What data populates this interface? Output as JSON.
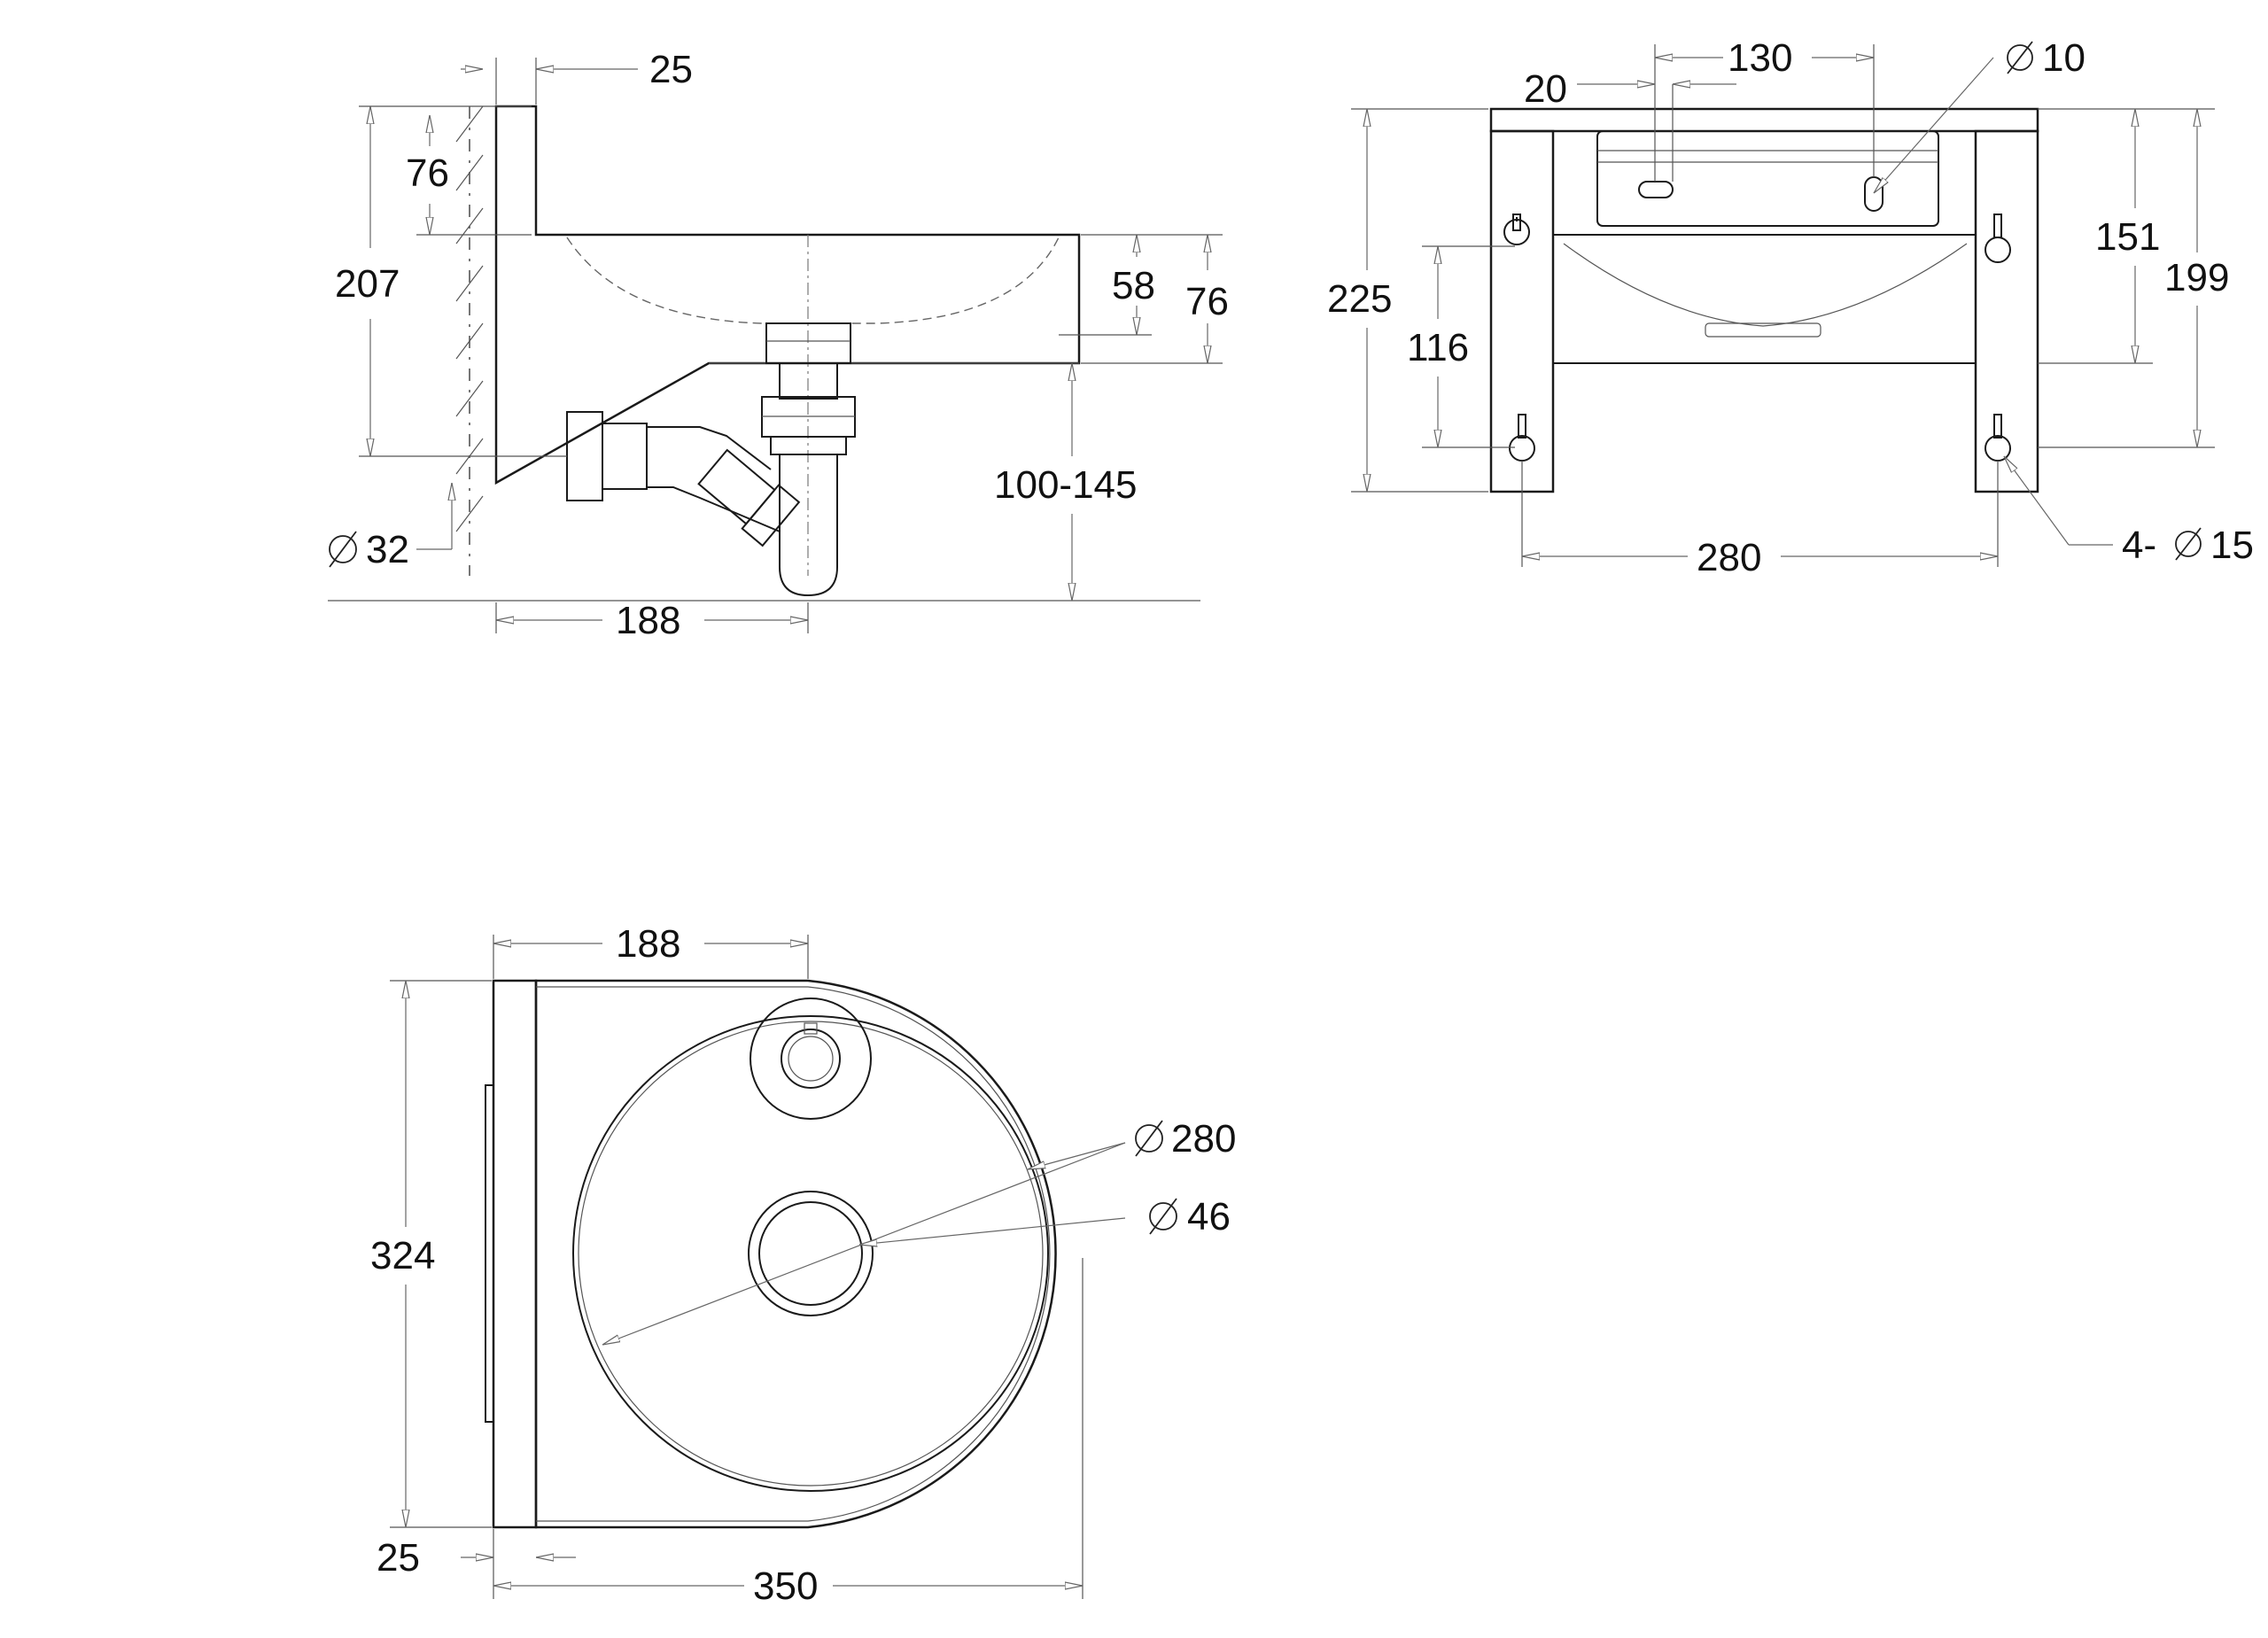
{
  "side_view": {
    "dim_wall_thickness": "25",
    "dim_back_height": "76",
    "dim_total_height": "207",
    "dim_basin_depth": "58",
    "dim_front_height": "76",
    "dim_trap_drop": "100-145",
    "dim_waste_pipe": "32",
    "dim_projection": "188"
  },
  "front_view": {
    "dim_slot_offset": "20",
    "dim_slot_spacing": "130",
    "dim_slot_dia": "10",
    "dim_total_height": "225",
    "dim_lower_hole_height": "116",
    "dim_upper_height": "151",
    "dim_overall_height": "199",
    "dim_hole_spacing": "280",
    "dim_mount_holes": "4-",
    "dim_mount_hole_dia": "15"
  },
  "top_view": {
    "dim_projection": "188",
    "dim_width": "324",
    "dim_bowl_dia": "280",
    "dim_waste_dia": "46",
    "dim_wall_thickness": "25",
    "dim_total_depth": "350"
  }
}
